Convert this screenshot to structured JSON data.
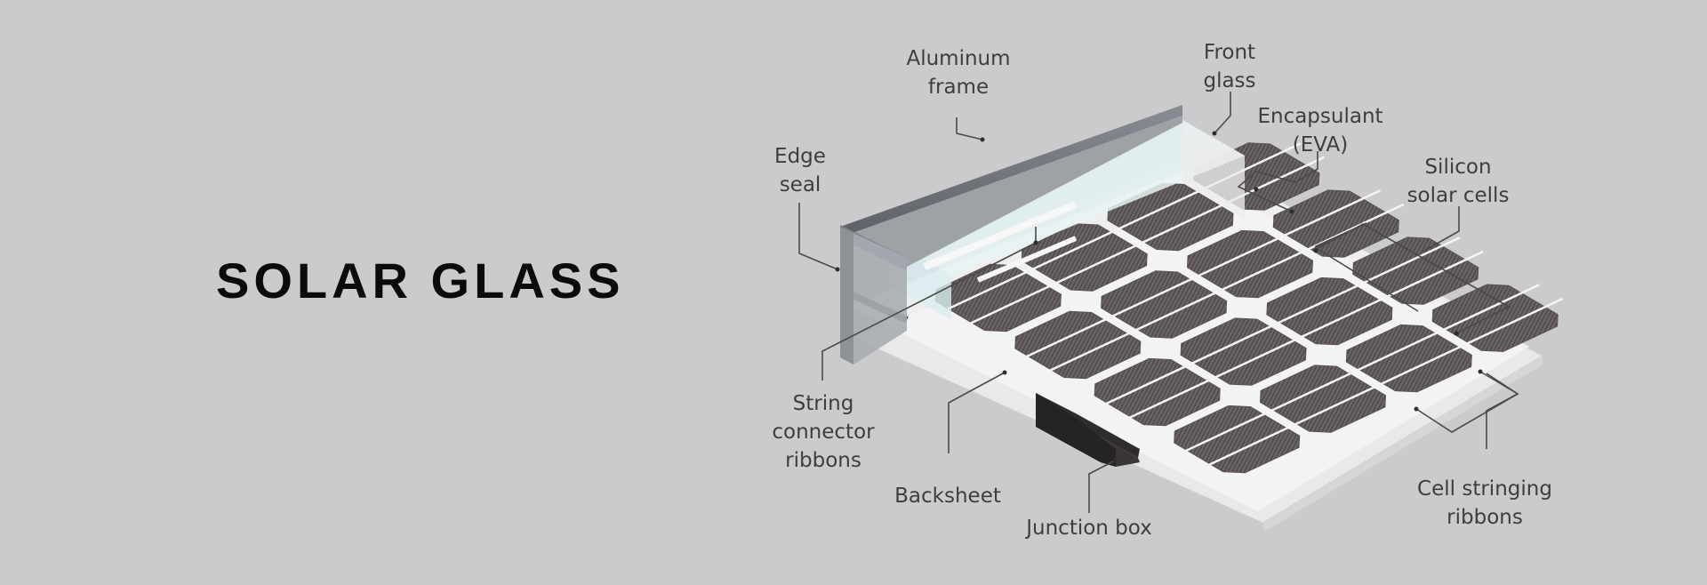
{
  "title": "SOLAR GLASS",
  "labels": {
    "aluminum_frame": [
      "Aluminum",
      "frame"
    ],
    "front_glass": [
      "Front",
      "glass"
    ],
    "encapsulant": [
      "Encapsulant",
      "(EVA)"
    ],
    "edge_seal": [
      "Edge",
      "seal"
    ],
    "silicon_cells": [
      "Silicon",
      "solar cells"
    ],
    "string_ribbons": [
      "String",
      "connector",
      "ribbons"
    ],
    "backsheet": [
      "Backsheet"
    ],
    "junction_box": [
      "Junction box"
    ],
    "cell_stringing": [
      "Cell stringing",
      "ribbons"
    ]
  },
  "colors": {
    "background": "#cbcbcd",
    "title": "#0b0b0b",
    "label_text": "#3e3e3e",
    "leader_line": "#4a4a4a",
    "cell": "#5c5656",
    "frame": "#6f7278",
    "glass_tint": "#bfe7ea"
  }
}
